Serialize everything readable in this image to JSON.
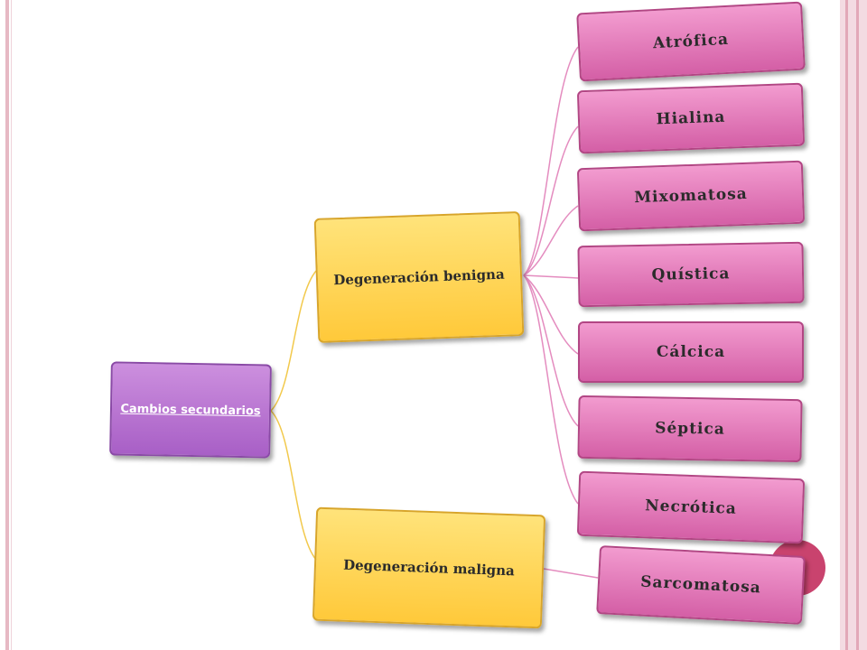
{
  "root": {
    "label": "Cambios secundarios"
  },
  "branches": [
    {
      "label": "Degeneración benigna",
      "children": [
        "Atrófica",
        "Hialina",
        "Mixomatosa",
        "Quística",
        "Cálcica",
        "Séptica",
        "Necrótica"
      ]
    },
    {
      "label": "Degeneración maligna",
      "children": [
        "Sarcomatosa"
      ]
    }
  ],
  "colors": {
    "root_fill": "#b873d2",
    "branch_fill": "#ffd24f",
    "leaf_fill": "#e07ab8",
    "connector_root": "#f2c94c",
    "connector_leaf": "#e48cbf",
    "page_dot": "#c9436e"
  }
}
